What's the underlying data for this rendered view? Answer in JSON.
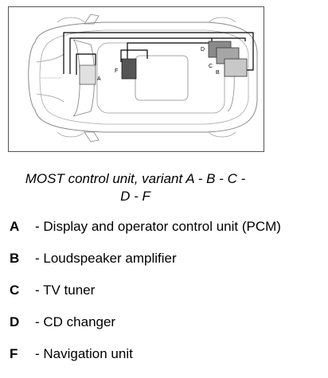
{
  "figure": {
    "labels": {
      "A": "A",
      "B": "B",
      "C": "C",
      "D": "D",
      "F": "F"
    },
    "colors": {
      "A": "#e0e0e0",
      "F": "#555555",
      "D": "#8a8a8a",
      "C": "#a6a6a6",
      "B": "#c8c8c8",
      "line": "#000000"
    }
  },
  "caption": {
    "line1": "MOST control unit, variant A - B - C -",
    "line2": "D - F"
  },
  "legend": [
    {
      "key": "A",
      "text": "- Display and operator control unit (PCM)"
    },
    {
      "key": "B",
      "text": "- Loudspeaker amplifier"
    },
    {
      "key": "C",
      "text": "- TV tuner"
    },
    {
      "key": "D",
      "text": "- CD changer"
    },
    {
      "key": "F",
      "text": "- Navigation unit"
    }
  ]
}
